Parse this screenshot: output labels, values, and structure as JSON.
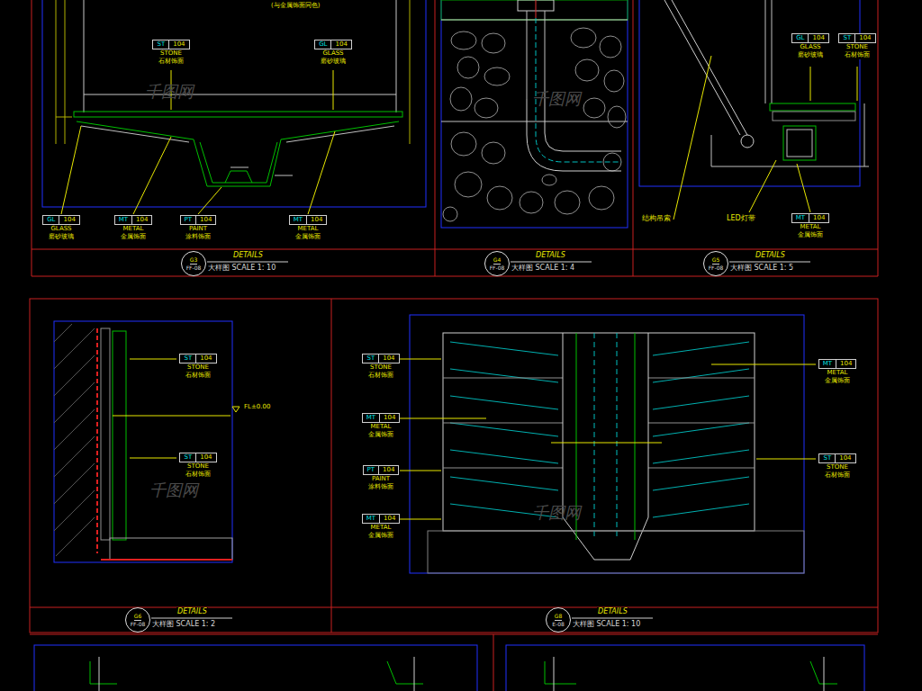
{
  "diagram": {
    "nodes": [
      {
        "text": [
          "G3",
          "FF-08"
        ]
      },
      {
        "text": [
          "G4",
          "FF-08"
        ]
      },
      {
        "text": [
          "G5",
          "FF-08"
        ]
      },
      {
        "text": [
          "G6",
          "FF-08"
        ]
      },
      {
        "text": [
          "G8",
          "E-08"
        ]
      },
      {
        "text": [
          "ST",
          "104",
          "STONE",
          "石材饰面"
        ]
      },
      {
        "text": [
          "GL",
          "104",
          "GLASS",
          "磨砂玻璃"
        ]
      },
      {
        "text": [
          "GL",
          "104",
          "GLASS",
          "磨砂玻璃"
        ]
      },
      {
        "text": [
          "MT",
          "104",
          "METAL",
          "金属饰面"
        ]
      },
      {
        "text": [
          "PT",
          "104",
          "PAINT",
          "涂料饰面"
        ]
      },
      {
        "text": [
          "MT",
          "104",
          "METAL",
          "金属饰面"
        ]
      },
      {
        "text": [
          "GL",
          "104",
          "GLASS",
          "磨砂玻璃"
        ]
      },
      {
        "text": [
          "ST",
          "104",
          "STONE",
          "石材饰面"
        ]
      },
      {
        "text": [
          "MT",
          "104",
          "METAL",
          "金属饰面"
        ]
      },
      {
        "text": [
          "ST",
          "104",
          "STONE",
          "石材饰面"
        ]
      },
      {
        "text": [
          "ST",
          "104",
          "STONE",
          "石材饰面"
        ]
      },
      {
        "text": [
          "ST",
          "104",
          "STONE",
          "石材饰面"
        ]
      },
      {
        "text": [
          "MT",
          "104",
          "METAL",
          "金属饰面"
        ]
      },
      {
        "text": [
          "PT",
          "104",
          "PAINT",
          "涂料饰面"
        ]
      },
      {
        "text": [
          "MT",
          "104",
          "METAL",
          "金属饰面"
        ]
      },
      {
        "text": [
          "MT",
          "104",
          "METAL",
          "金属饰面"
        ]
      },
      {
        "text": [
          "ST",
          "104",
          "STONE",
          "石材饰面"
        ]
      }
    ],
    "labels": [
      "(与金属饰面同色)",
      "DETAILS",
      "大样图 SCALE 1: 10",
      "DETAILS",
      "大样图 SCALE 1: 4",
      "DETAILS",
      "大样图 SCALE 1: 5",
      "结构吊索",
      "LED灯带",
      "FL±0.00",
      "DETAILS",
      "大样图 SCALE 1: 2",
      "DETAILS",
      "大样图 SCALE 1: 10",
      "千图网",
      "千图网",
      "千图网",
      "千图网"
    ]
  }
}
